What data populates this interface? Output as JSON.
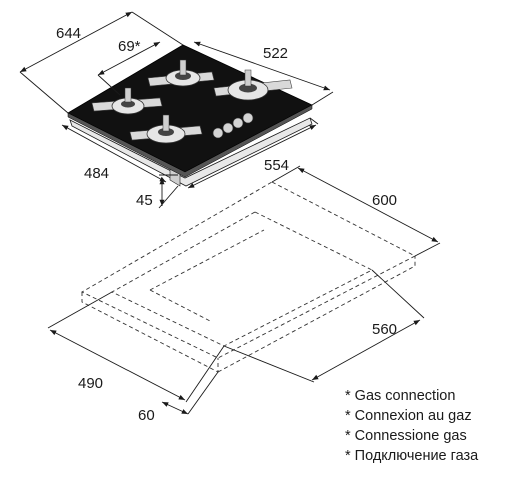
{
  "dimensions": {
    "overall_depth": "644",
    "rotation_angle": "69*",
    "glass_width": "522",
    "cutout_depth_top": "484",
    "cutout_width_top": "554",
    "height": "45",
    "cabinet_width": "600",
    "cutout_width": "560",
    "cutout_depth": "490",
    "front_margin": "60"
  },
  "legend": [
    "* Gas connection",
    "* Connexion au gaz",
    "* Connessione gas",
    "* Подключение газа"
  ],
  "colors": {
    "glass": "#111111",
    "metal": "#d9d9d9",
    "line": "#1a1a1a"
  }
}
